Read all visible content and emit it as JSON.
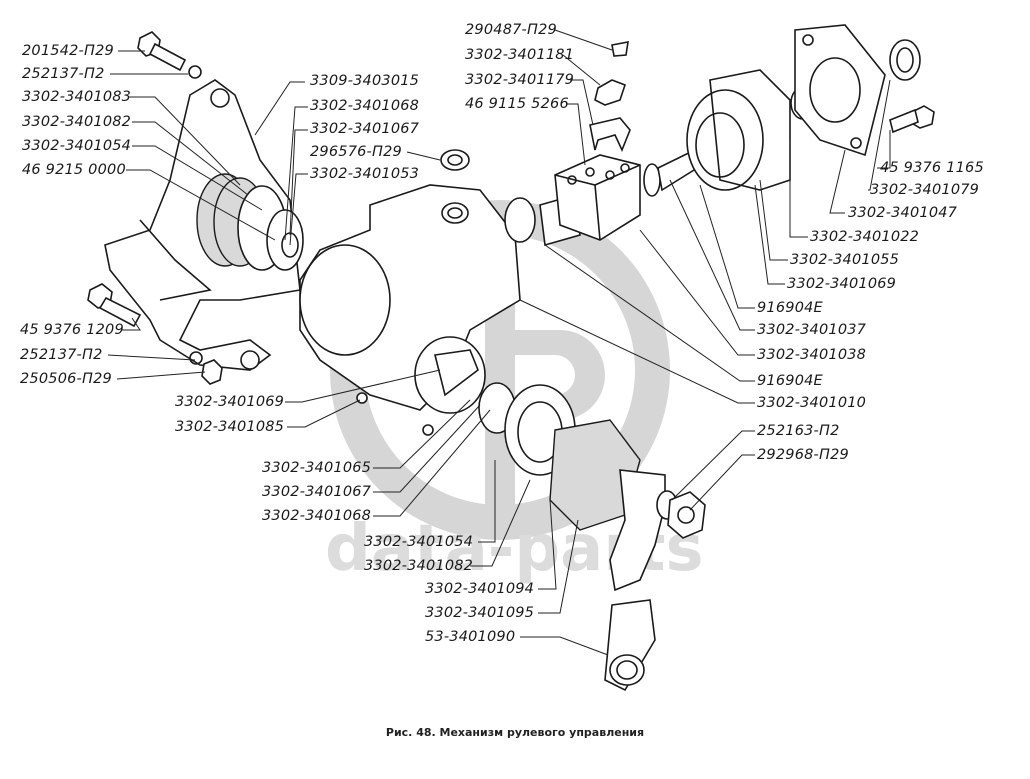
{
  "caption": "Рис. 48. Механизм рулевого управления",
  "watermark": {
    "text": "data-parts",
    "color": "#d4d4d4"
  },
  "labels": {
    "l201542": "201542-П29",
    "l252137a": "252137-П2",
    "l3302_083": "3302-3401083",
    "l3302_082a": "3302-3401082",
    "l3302_054a": "3302-3401054",
    "l469215": "46 9215 0000",
    "l3309_015": "3309-3403015",
    "l3302_068a": "3302-3401068",
    "l3302_067a": "3302-3401067",
    "l296576": "296576-П29",
    "l3302_053": "3302-3401053",
    "l290487": "290487-П29",
    "l3302_181": "3302-3401181",
    "l3302_179": "3302-3401179",
    "l469115": "46 9115 5266",
    "l459376_1165": "45 9376 1165",
    "l3302_079": "3302-3401079",
    "l3302_047": "3302-3401047",
    "l3302_022": "3302-3401022",
    "l3302_055": "3302-3401055",
    "l3302_069a": "3302-3401069",
    "l916904a": "916904E",
    "l3302_037": "3302-3401037",
    "l3302_038": "3302-3401038",
    "l916904b": "916904E",
    "l3302_010": "3302-3401010",
    "l252163": "252163-П2",
    "l292968": "292968-П29",
    "l459376_1209": "45 9376 1209",
    "l252137b": "252137-П2",
    "l250506": "250506-П29",
    "l3302_069b": "3302-3401069",
    "l3302_085": "3302-3401085",
    "l3302_065": "3302-3401065",
    "l3302_067b": "3302-3401067",
    "l3302_068b": "3302-3401068",
    "l3302_054b": "3302-3401054",
    "l3302_082b": "3302-3401082",
    "l3302_094": "3302-3401094",
    "l3302_095": "3302-3401095",
    "l53_090": "53-3401090"
  }
}
